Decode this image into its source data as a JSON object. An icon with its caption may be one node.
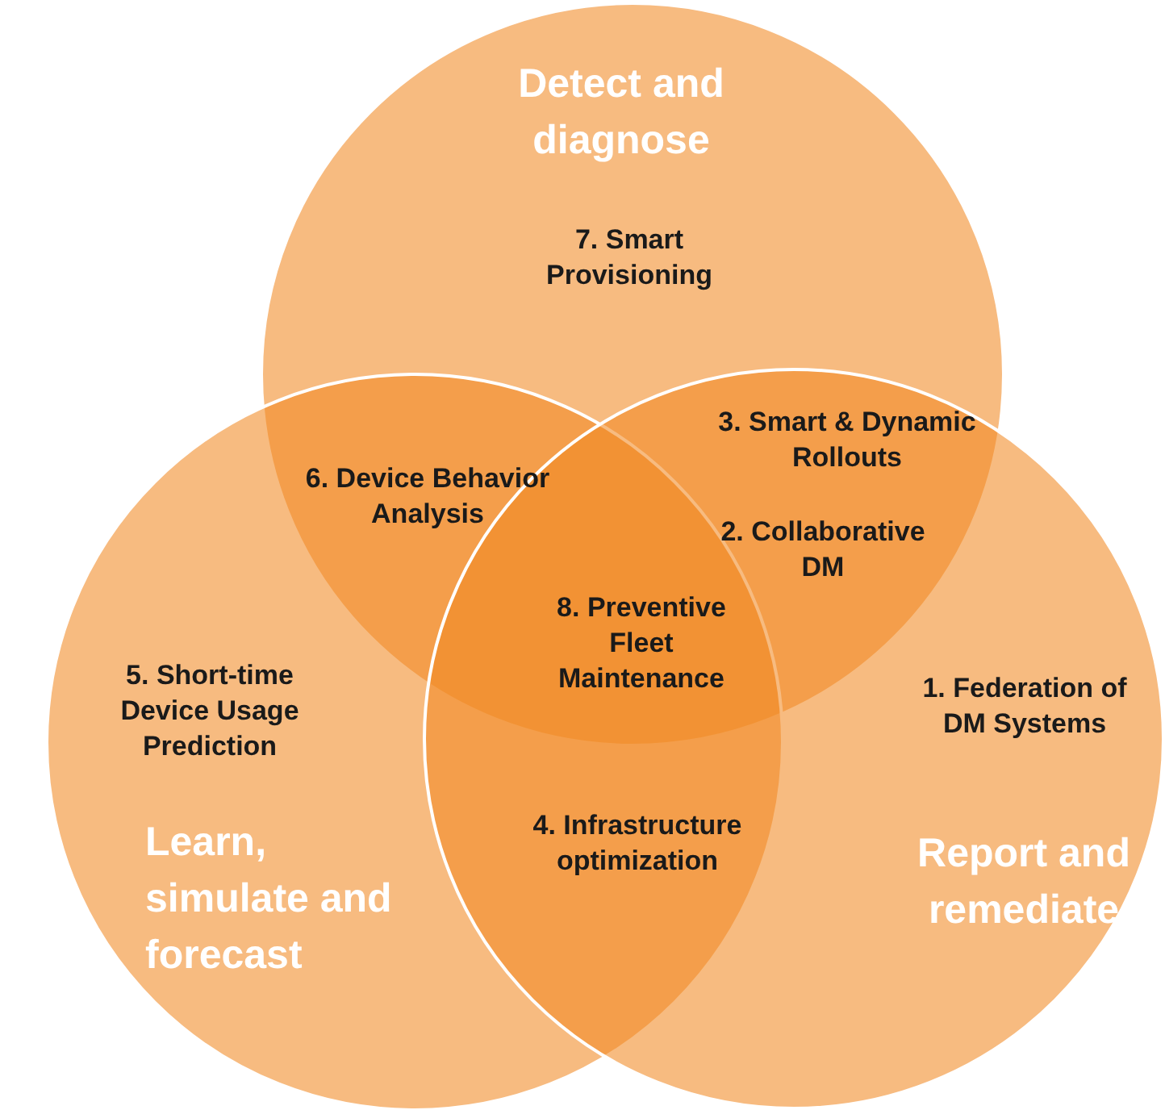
{
  "diagram": {
    "nodes": [
      {
        "text": [
          "Detect and diagnose",
          "7. Smart Provisioning"
        ]
      },
      {
        "text": [
          "5. Short-time Device Usage Prediction",
          "Learn, simulate and forecast"
        ]
      },
      {
        "text": [
          "1. Federation of DM Systems",
          "Report and remediate"
        ]
      }
    ],
    "labels": [
      "3. Smart & Dynamic Rollouts",
      "6. Device Behavior Analysis",
      "2. Collaborative DM",
      "8. Preventive Fleet Maintenance",
      "4. Infrastructure optimization"
    ]
  }
}
